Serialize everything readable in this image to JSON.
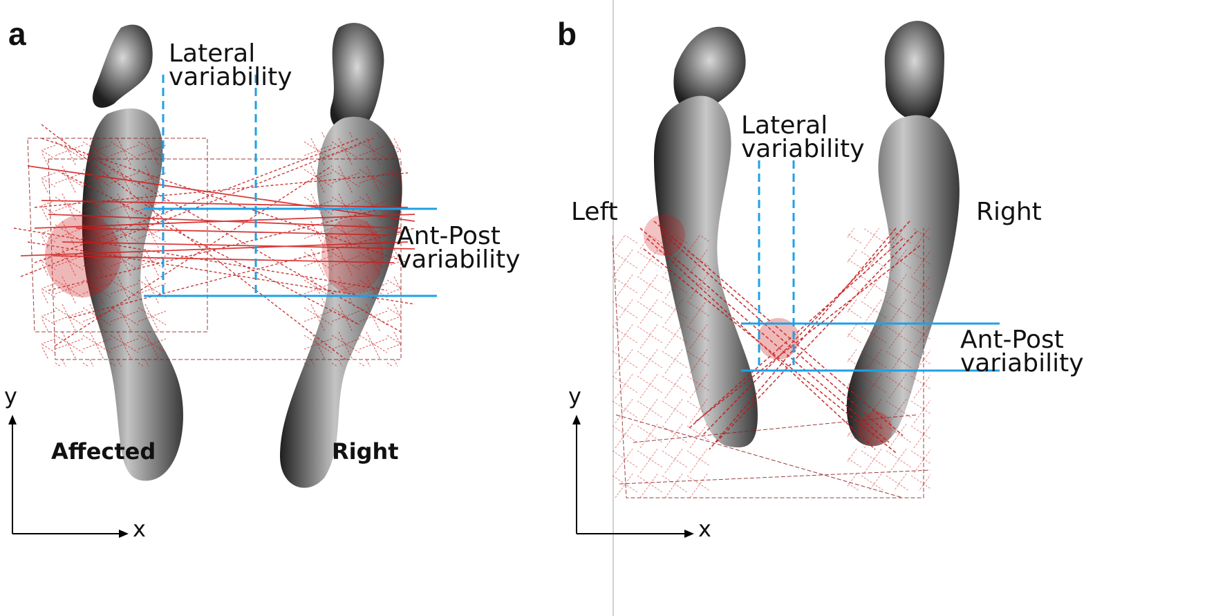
{
  "panel_a": {
    "letter": "a",
    "lateral_label": [
      "Lateral",
      "variability"
    ],
    "ap_label": [
      "Ant-Post",
      "variability"
    ],
    "foot_left": "Affected",
    "foot_right": "Right",
    "axis_x": "x",
    "axis_y": "y"
  },
  "panel_b": {
    "letter": "b",
    "lateral_label": [
      "Lateral",
      "variability"
    ],
    "ap_label": [
      "Ant-Post",
      "variability"
    ],
    "side_left": "Left",
    "side_right": "Right",
    "axis_x": "x",
    "axis_y": "y"
  },
  "colors": {
    "guide": "#1ea0e6",
    "trace": "#cc1111",
    "foot_dark": "#2a2a2a",
    "foot_light": "#c8c8c8"
  }
}
